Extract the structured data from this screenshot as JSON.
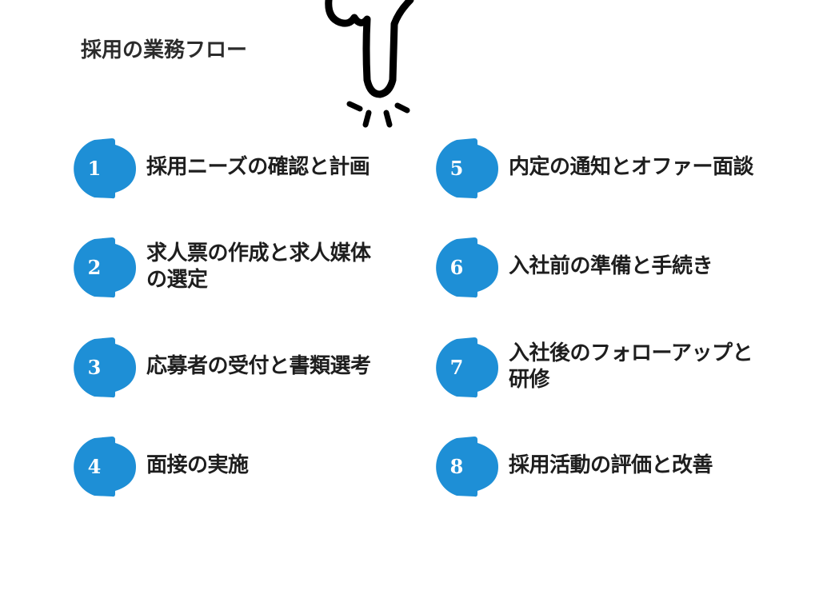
{
  "title": "採用の業務フロー",
  "accent_color": "#1e8fd6",
  "illustration": "pointing-hand-icon",
  "steps": [
    {
      "number": "1",
      "label": "採用ニーズの確認と計画"
    },
    {
      "number": "2",
      "label_line1": "求人票の作成と求人媒体",
      "label_line2": "の選定"
    },
    {
      "number": "3",
      "label": "応募者の受付と書類選考"
    },
    {
      "number": "4",
      "label": "面接の実施"
    },
    {
      "number": "5",
      "label": "内定の通知とオファー面談"
    },
    {
      "number": "6",
      "label": "入社前の準備と手続き"
    },
    {
      "number": "7",
      "label_line1": "入社後のフォローアップと",
      "label_line2": "研修"
    },
    {
      "number": "8",
      "label": "採用活動の評価と改善"
    }
  ]
}
